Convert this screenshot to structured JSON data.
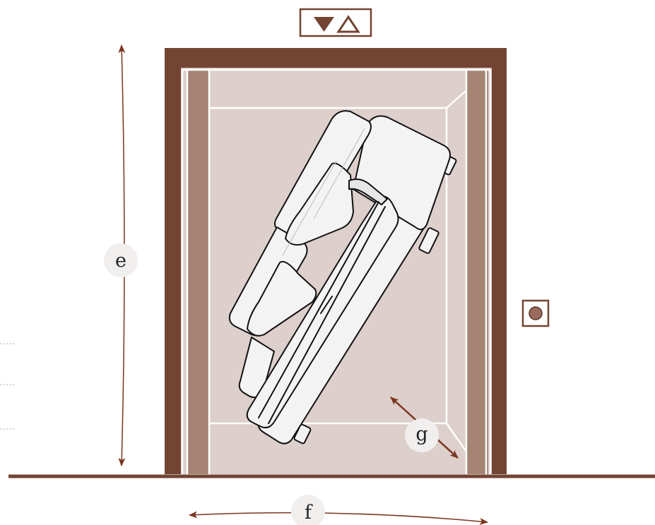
{
  "labels": {
    "height": "e",
    "width": "f",
    "diagonal": "g"
  },
  "elevator_indicator": {
    "down_arrow": "down-arrow-filled",
    "up_arrow": "up-arrow-outline"
  },
  "call_button": "circle-button",
  "colors": {
    "frame": "#734433",
    "side_panel": "#a58474",
    "cab_interior": "#ddcfcb",
    "dimension_arrow": "#7a3520",
    "label_bubble": "#f1efee",
    "sofa_fill": "#f3f3f3",
    "outline": "#111111"
  }
}
